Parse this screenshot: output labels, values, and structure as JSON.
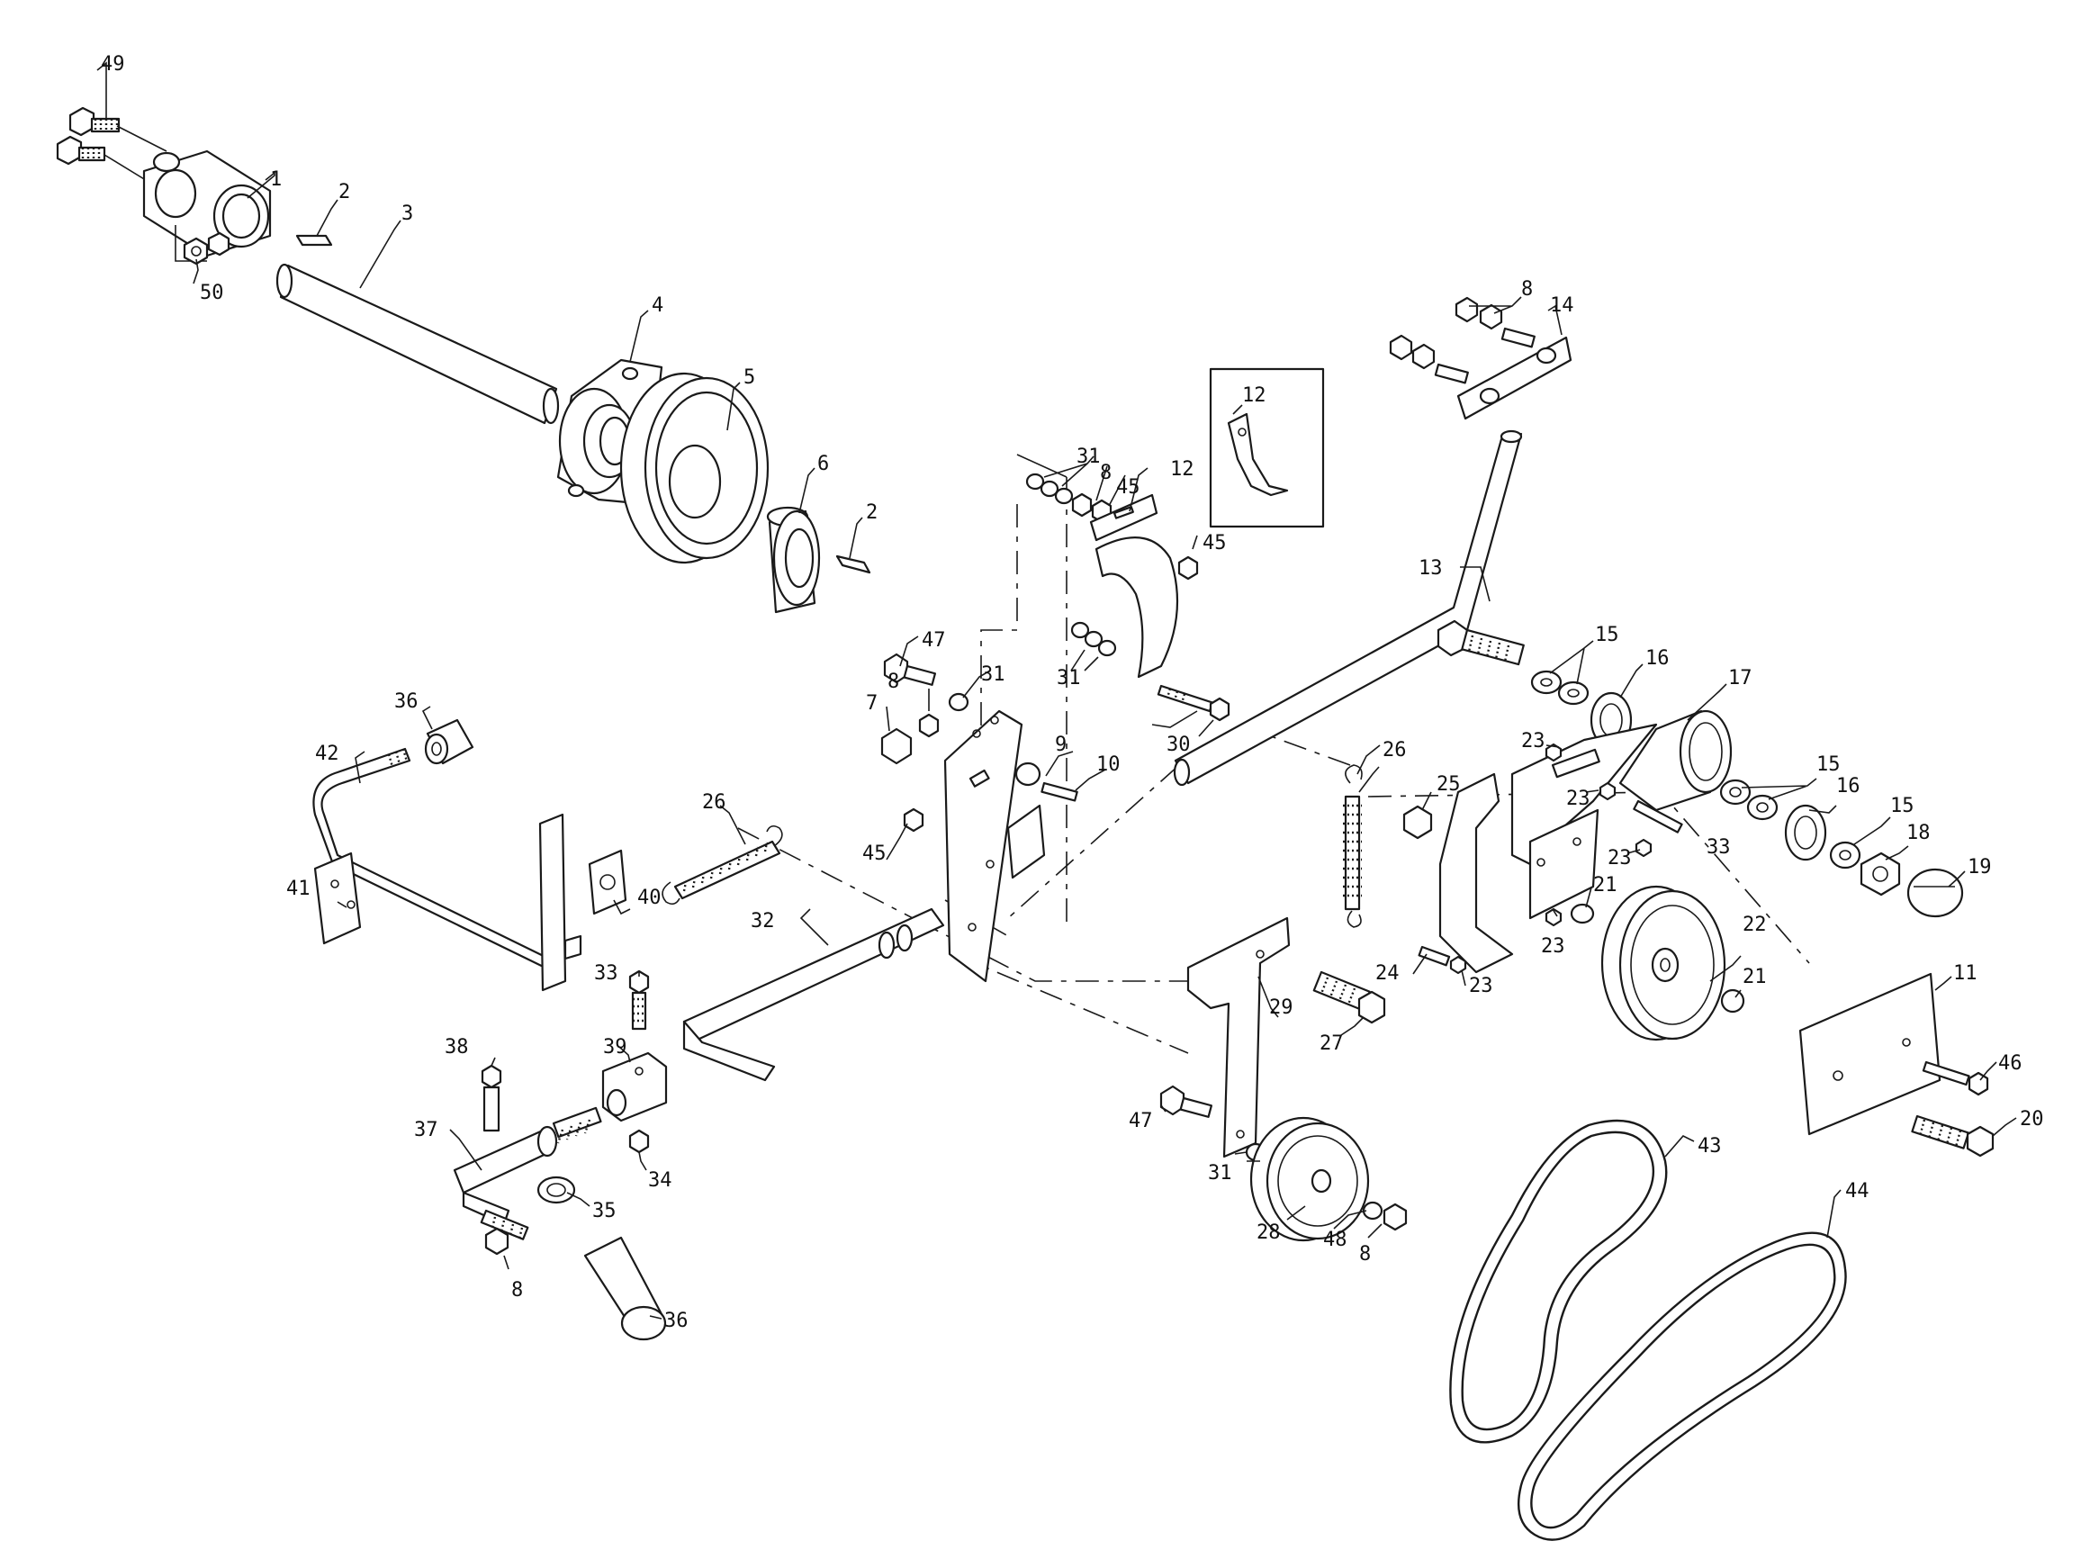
{
  "diagram": {
    "callouts": {
      "c1": "1",
      "c2a": "2",
      "c2b": "2",
      "c3": "3",
      "c4": "4",
      "c5": "5",
      "c6": "6",
      "c7": "7",
      "c8a": "8",
      "c8b": "8",
      "c8c": "8",
      "c8d": "8",
      "c8e": "8",
      "c9": "9",
      "c10": "10",
      "c11": "11",
      "c12a": "12",
      "c12b": "12",
      "c13": "13",
      "c14": "14",
      "c15a": "15",
      "c15b": "15",
      "c15c": "15",
      "c16a": "16",
      "c16b": "16",
      "c17": "17",
      "c18": "18",
      "c19": "19",
      "c20": "20",
      "c21a": "21",
      "c21b": "21",
      "c22": "22",
      "c23a": "23",
      "c23b": "23",
      "c23c": "23",
      "c23d": "23",
      "c23e": "23",
      "c24": "24",
      "c25": "25",
      "c26a": "26",
      "c26b": "26",
      "c27": "27",
      "c28": "28",
      "c29": "29",
      "c30": "30",
      "c31a": "31",
      "c31b": "31",
      "c31c": "31",
      "c31d": "31",
      "c32": "32",
      "c33a": "33",
      "c33b": "33",
      "c34": "34",
      "c35": "35",
      "c36a": "36",
      "c36b": "36",
      "c37": "37",
      "c38": "38",
      "c39": "39",
      "c40": "40",
      "c41": "41",
      "c42": "42",
      "c43": "43",
      "c44": "44",
      "c45a": "45",
      "c45b": "45",
      "c45c": "45",
      "c46": "46",
      "c47a": "47",
      "c47b": "47",
      "c48": "48",
      "c49": "49",
      "c50": "50"
    },
    "colors": {
      "line": "#1a1a1a",
      "background": "#ffffff"
    }
  }
}
